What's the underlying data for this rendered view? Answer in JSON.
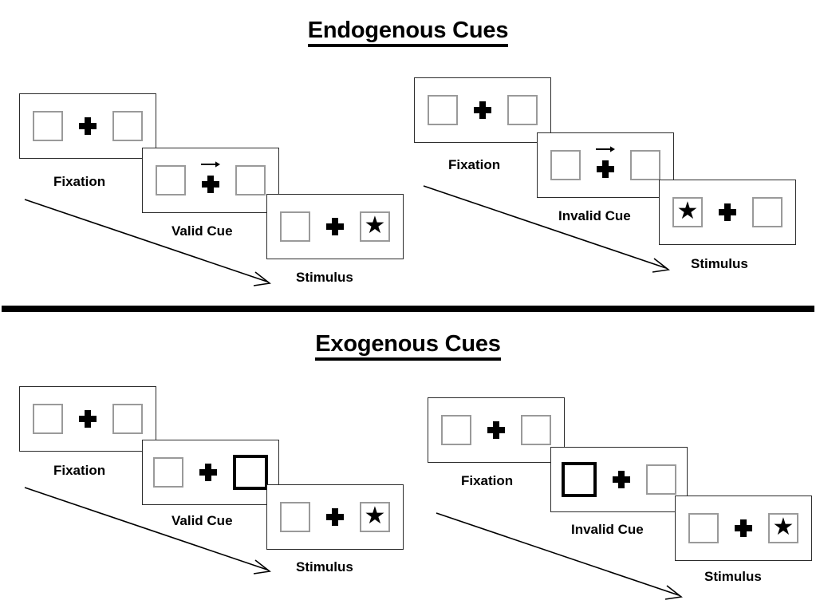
{
  "figure": {
    "background_color": "#ffffff",
    "ink_color": "#000000",
    "box_outline_color": "#9a9a9a",
    "cued_box_outline_color": "#000000",
    "frame_outline_color": "#2b2b2b"
  },
  "sections": [
    {
      "id": "endogenous",
      "title": "Endogenous Cues",
      "columns": [
        {
          "id": "endogenous-valid",
          "panels": [
            {
              "caption": "Fixation",
              "left_box": {
                "cued": false,
                "target": false
              },
              "right_box": {
                "cued": false,
                "target": false
              },
              "arrow_cue": false
            },
            {
              "caption": "Valid Cue",
              "left_box": {
                "cued": false,
                "target": false
              },
              "right_box": {
                "cued": false,
                "target": false
              },
              "arrow_cue": true,
              "arrow_direction": "right"
            },
            {
              "caption": "Stimulus",
              "left_box": {
                "cued": false,
                "target": false
              },
              "right_box": {
                "cued": false,
                "target": true
              },
              "arrow_cue": false
            }
          ]
        },
        {
          "id": "endogenous-invalid",
          "panels": [
            {
              "caption": "Fixation",
              "left_box": {
                "cued": false,
                "target": false
              },
              "right_box": {
                "cued": false,
                "target": false
              },
              "arrow_cue": false
            },
            {
              "caption": "Invalid Cue",
              "left_box": {
                "cued": false,
                "target": false
              },
              "right_box": {
                "cued": false,
                "target": false
              },
              "arrow_cue": true,
              "arrow_direction": "right"
            },
            {
              "caption": "Stimulus",
              "left_box": {
                "cued": false,
                "target": true
              },
              "right_box": {
                "cued": false,
                "target": false
              },
              "arrow_cue": false
            }
          ]
        }
      ]
    },
    {
      "id": "exogenous",
      "title": "Exogenous Cues",
      "columns": [
        {
          "id": "exogenous-valid",
          "panels": [
            {
              "caption": "Fixation",
              "left_box": {
                "cued": false,
                "target": false
              },
              "right_box": {
                "cued": false,
                "target": false
              },
              "arrow_cue": false
            },
            {
              "caption": "Valid Cue",
              "left_box": {
                "cued": false,
                "target": false
              },
              "right_box": {
                "cued": true,
                "target": false
              },
              "arrow_cue": false
            },
            {
              "caption": "Stimulus",
              "left_box": {
                "cued": false,
                "target": false
              },
              "right_box": {
                "cued": false,
                "target": true
              },
              "arrow_cue": false
            }
          ]
        },
        {
          "id": "exogenous-invalid",
          "panels": [
            {
              "caption": "Fixation",
              "left_box": {
                "cued": false,
                "target": false
              },
              "right_box": {
                "cued": false,
                "target": false
              },
              "arrow_cue": false
            },
            {
              "caption": "Invalid Cue",
              "left_box": {
                "cued": true,
                "target": false
              },
              "right_box": {
                "cued": false,
                "target": false
              },
              "arrow_cue": false
            },
            {
              "caption": "Stimulus",
              "left_box": {
                "cued": false,
                "target": false
              },
              "right_box": {
                "cued": false,
                "target": true
              },
              "arrow_cue": false
            }
          ]
        }
      ]
    }
  ],
  "glyphs": {
    "target": "★",
    "fixation": "plus-cross",
    "cue_arrow": "arrow-right",
    "time_arrow": "diagonal-arrow-down-right"
  }
}
